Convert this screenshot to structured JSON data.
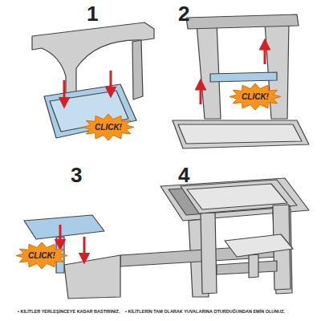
{
  "diagram": {
    "nodes": [
      {
        "text": [
          "CLICK!"
        ]
      },
      {
        "text": [
          "CLICK!"
        ]
      },
      {
        "text": [
          "CLICK!"
        ]
      }
    ],
    "labels": [
      "1",
      "2",
      "3",
      "4",
      "• KİLİTLER YERLEŞİNCEYE KADAR BASTIRINIZ.",
      "• KİLİTLERİN TAM OLARAK YUVALARINA OTURDUĞUNDAN EMİN OLUNUZ."
    ]
  }
}
